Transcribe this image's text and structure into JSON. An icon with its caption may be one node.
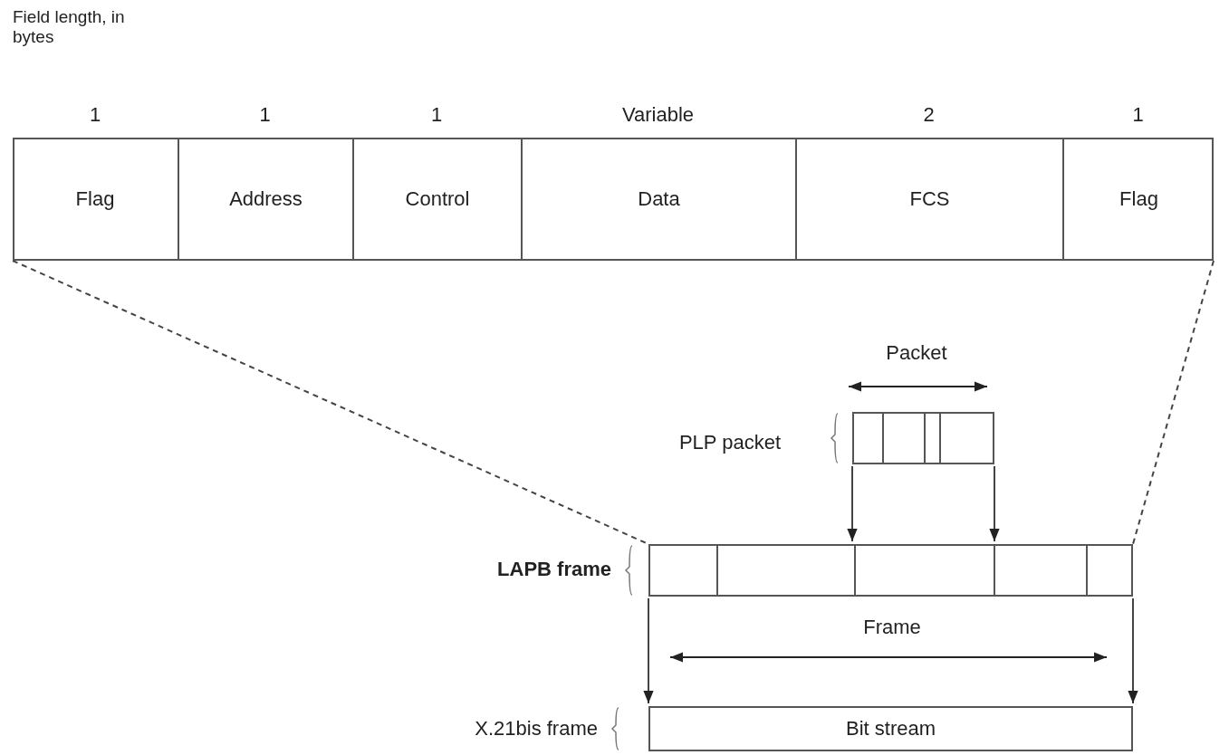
{
  "diagram": {
    "nodes": [
      {
        "text": [],
        "shape": "box"
      },
      {
        "text": [
          "Flag"
        ],
        "in": 0,
        "beside": [
          "1"
        ]
      },
      {
        "text": [
          "Address"
        ],
        "in": 0,
        "beside": [
          "1"
        ]
      },
      {
        "text": [
          "Control"
        ],
        "in": 0,
        "beside": [
          "1"
        ]
      },
      {
        "text": [
          "Data"
        ],
        "in": 0,
        "beside": [
          "Variable"
        ]
      },
      {
        "text": [
          "FCS"
        ],
        "in": 0,
        "beside": [
          "2"
        ]
      },
      {
        "text": [
          "Flag"
        ],
        "in": 0,
        "beside": [
          "1"
        ]
      },
      {
        "text": [],
        "shape": "box",
        "beside": [
          "PLP packet"
        ]
      },
      {
        "text": [],
        "shape": "box",
        "beside": [
          "LAPB frame"
        ]
      },
      {
        "text": [
          "Bit stream"
        ],
        "beside": [
          "X.21bis frame"
        ]
      }
    ],
    "edges": [
      {
        "from": 0,
        "to": 8,
        "arrow": "none",
        "style": "dashed"
      },
      {
        "from": 0,
        "to": 8,
        "arrow": "none",
        "style": "dashed"
      },
      {
        "from": 7,
        "to": 8,
        "arrow": "to"
      },
      {
        "from": 7,
        "to": 8,
        "arrow": "to"
      },
      {
        "from": 8,
        "to": 9,
        "arrow": "to"
      },
      {
        "from": 8,
        "to": 9,
        "arrow": "to"
      }
    ],
    "labels": [
      "Field length, in bytes",
      "Packet",
      "Frame"
    ]
  }
}
